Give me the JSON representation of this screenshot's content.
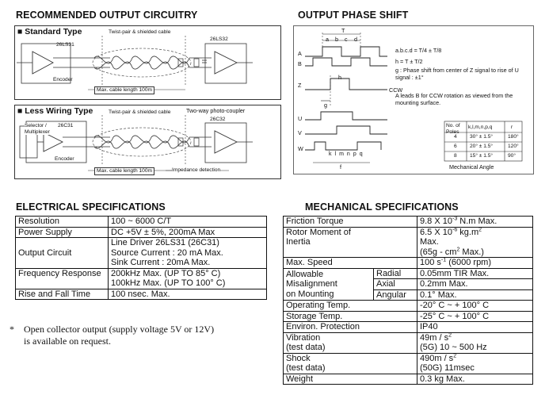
{
  "circuitry": {
    "title": "RECOMMENDED OUTPUT CIRCUITRY",
    "standard": {
      "title": "Standard Type",
      "cable": "Twist-pair & shielded cable",
      "driver": "26LS31",
      "receiver": "26LS32",
      "encoder": "Encoder",
      "length": "Max. cable length 100m"
    },
    "less_wiring": {
      "title": "Less Wiring Type",
      "cable": "Twist-pair & shielded cable",
      "photo": "Two-way photo-coupler",
      "selector": "Selector / Multiplexer",
      "driver": "26C31",
      "receiver": "26C32",
      "encoder": "Encoder",
      "length": "Max. cable length 100m",
      "impedance": "Impedance detection"
    }
  },
  "phase": {
    "title": "OUTPUT PHASE SHIFT",
    "T": "T",
    "a": "a",
    "b": "b",
    "c": "c",
    "d": "d",
    "A": "A",
    "B": "B",
    "Z": "Z",
    "U": "U",
    "V": "V",
    "W": "W",
    "h": "h",
    "g": "g",
    "ccw": "CCW",
    "f": "f",
    "eq1": "a.b.c.d = T/4 ± T/8",
    "eq2": "h = T ± T/2",
    "eq3": "g : Phase shift from center of Z signal to rise of U signal : ±1°",
    "eq4": "A leads B for CCW rotation as viewed from the mounting surface.",
    "pulses": [
      "k",
      "l",
      "m",
      "n",
      "p",
      "q"
    ],
    "table_head": [
      "No. of Poles",
      "k,l,m,n,p,q",
      "r"
    ],
    "table_rows": [
      [
        "4",
        "30° ± 1.5°",
        "180°"
      ],
      [
        "6",
        "20° ± 1.5°",
        "120°"
      ],
      [
        "8",
        "15° ± 1.5°",
        "90°"
      ]
    ],
    "mech_angle": "Mechanical Angle"
  },
  "electrical": {
    "title": "ELECTRICAL SPECIFICATIONS",
    "rows": [
      {
        "label": "Resolution",
        "value": [
          "100 ~ 6000 C/T"
        ]
      },
      {
        "label": "Power Supply",
        "value": [
          "DC +5V ± 5%, 200mA Max"
        ]
      },
      {
        "label": "Output Circuit",
        "value": [
          "Line Driver 26LS31 (26C31)",
          "Source Current : 20 mA Max.",
          "Sink Current : 20mA Max."
        ]
      },
      {
        "label": "Frequency Response",
        "value": [
          "200kHz Max. (UP TO 85° C)",
          "100kHz Max. (UP TO 100° C)"
        ]
      },
      {
        "label": "Rise and Fall Time",
        "value": [
          "100 nsec. Max."
        ]
      }
    ],
    "note_star": "*",
    "note_line1": "Open collector output (supply voltage 5V or 12V)",
    "note_line2": "is available on request."
  },
  "mechanical": {
    "title": "MECHANICAL SPECIFICATIONS",
    "friction_label": "Friction Torque",
    "friction_value": "9.8 X 10",
    "friction_exp": "-3",
    "friction_unit": " N.m Max.",
    "rotor_label1": "Rotor Moment of",
    "rotor_label2": "Inertia",
    "rotor_v1": "6.5 X 10",
    "rotor_exp": "-6",
    "rotor_unit": " kg.m",
    "rotor_unit_exp": "2",
    "rotor_v2": "Max.",
    "rotor_v3": "(65g - cm",
    "rotor_v3_exp": "2",
    "rotor_v3_end": " Max.)",
    "speed_label": "Max. Speed",
    "speed_v": "100 s",
    "speed_exp": "-1",
    "speed_end": " (6000 rpm)",
    "allow_label": [
      "Allowable",
      "Misalignment",
      "on Mounting"
    ],
    "allow_sub": [
      "Radial",
      "Axial",
      "Angular"
    ],
    "allow_val": [
      "0.05mm TIR Max.",
      "0.2mm Max.",
      "0.1° Max."
    ],
    "optemp_label": "Operating Temp.",
    "optemp_v": "-20° C ~ + 100° C",
    "sttemp_label": "Storage Temp.",
    "sttemp_v": "-25° C ~ + 100° C",
    "env_label": "Environ. Protection",
    "env_v": "IP40",
    "vib_label1": "Vibration",
    "vib_label2": "(test data)",
    "vib_v1": "49m / s",
    "vib_v1_exp": "2",
    "vib_v2": "(5G) 10 ~ 500 Hz",
    "shock_label1": "Shock",
    "shock_label2": "(test data)",
    "shock_v1": "490m / s",
    "shock_v1_exp": "2",
    "shock_v2": "(50G) 11msec",
    "weight_label": "Weight",
    "weight_v": "0.3 kg Max."
  }
}
